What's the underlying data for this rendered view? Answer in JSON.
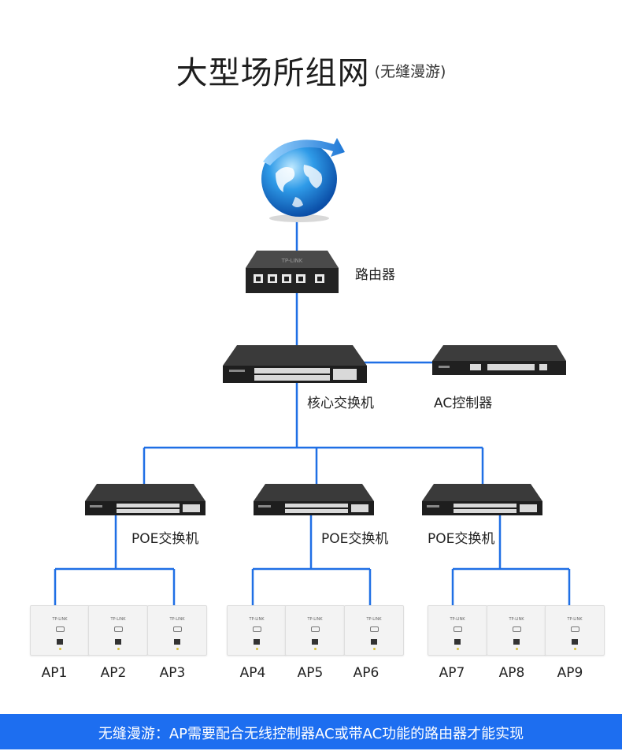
{
  "title": {
    "main": "大型场所组网",
    "sub": "(无缝漫游)"
  },
  "nodes": {
    "internet": {
      "icon": "globe-icon"
    },
    "router": {
      "label": "路由器",
      "brand": "TP-LINK"
    },
    "core_switch": {
      "label": "核心交换机"
    },
    "ac_controller": {
      "label": "AC控制器"
    },
    "poe_switches": [
      {
        "label": "POE交换机"
      },
      {
        "label": "POE交换机"
      },
      {
        "label": "POE交换机"
      }
    ],
    "access_points": [
      {
        "label": "AP1",
        "brand": "TP-LINK"
      },
      {
        "label": "AP2",
        "brand": "TP-LINK"
      },
      {
        "label": "AP3",
        "brand": "TP-LINK"
      },
      {
        "label": "AP4",
        "brand": "TP-LINK"
      },
      {
        "label": "AP5",
        "brand": "TP-LINK"
      },
      {
        "label": "AP6",
        "brand": "TP-LINK"
      },
      {
        "label": "AP7",
        "brand": "TP-LINK"
      },
      {
        "label": "AP8",
        "brand": "TP-LINK"
      },
      {
        "label": "AP9",
        "brand": "TP-LINK"
      }
    ]
  },
  "footer": {
    "note": "无缝漫游：AP需要配合无线控制器AC或带AC功能的路由器才能实现"
  },
  "colors": {
    "link": "#1f6fe5",
    "footer_bg": "#1d6ef0",
    "device_dark": "#2b2b2b"
  }
}
